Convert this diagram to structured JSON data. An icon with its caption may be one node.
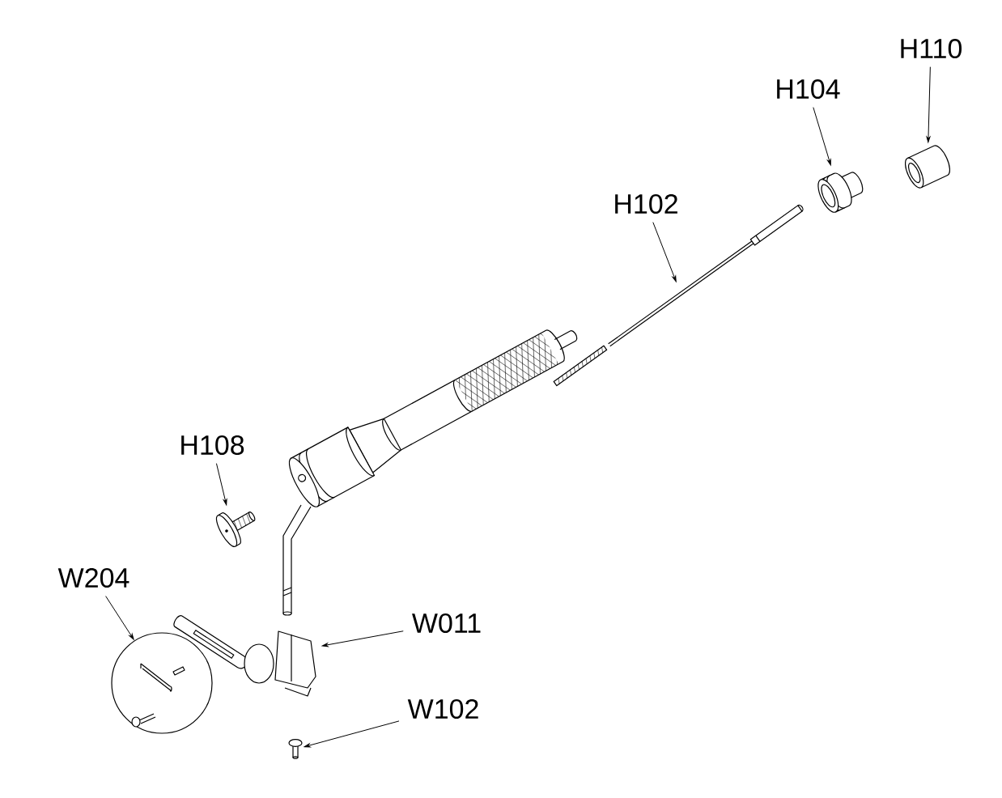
{
  "diagram": {
    "nodes": [
      {
        "text": [
          "H110"
        ]
      },
      {
        "text": [],
        "shape": "picture"
      },
      {
        "text": [
          "H104"
        ]
      },
      {
        "text": [],
        "shape": "picture"
      },
      {
        "text": [
          "H102"
        ]
      },
      {
        "text": [],
        "shape": "picture"
      },
      {
        "text": [
          "H108"
        ]
      },
      {
        "text": [],
        "shape": "picture"
      },
      {
        "text": [
          "W204"
        ]
      },
      {
        "text": [],
        "shape": "circle"
      },
      {
        "text": [
          "W011"
        ]
      },
      {
        "text": [],
        "shape": "picture"
      },
      {
        "text": [
          "W102"
        ]
      },
      {
        "text": [],
        "shape": "picture"
      }
    ],
    "edges": [
      {
        "from": 0,
        "to": 1,
        "arrow": "to"
      },
      {
        "from": 2,
        "to": 3,
        "arrow": "to"
      },
      {
        "from": 4,
        "to": 5,
        "arrow": "to"
      },
      {
        "from": 6,
        "to": 7,
        "arrow": "to"
      },
      {
        "from": 8,
        "to": 9,
        "arrow": "to"
      },
      {
        "from": 10,
        "to": 11,
        "arrow": "to"
      },
      {
        "from": 12,
        "to": 13,
        "arrow": "to"
      }
    ]
  }
}
